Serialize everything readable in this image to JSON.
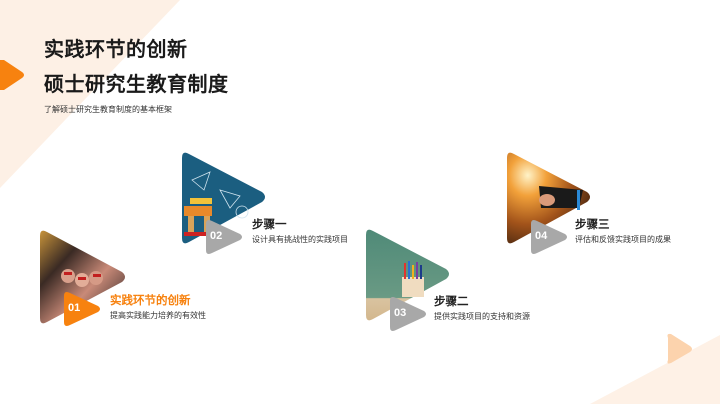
{
  "header": {
    "title": "实践环节的创新",
    "subtitle": "硕士研究生教育制度",
    "description": "了解硕士研究生教育制度的基本框架"
  },
  "colors": {
    "accent": "#f7820f",
    "peach_bg": "#fdf0e5",
    "badge_gray": "#a8a8a8"
  },
  "steps": [
    {
      "number": "01",
      "title": "实践环节的创新",
      "description": "提高实践能力培养的有效性",
      "image": "graduation-hands-photo",
      "highlight": true
    },
    {
      "number": "02",
      "title": "步骤一",
      "description": "设计具有挑战性的实践项目",
      "image": "school-desk-chalkboard-photo",
      "highlight": false
    },
    {
      "number": "03",
      "title": "步骤二",
      "description": "提供实践项目的支持和资源",
      "image": "classroom-pencils-photo",
      "highlight": false
    },
    {
      "number": "04",
      "title": "步骤三",
      "description": "评估和反馈实践项目的成果",
      "image": "tablet-sunset-photo",
      "highlight": false
    }
  ]
}
